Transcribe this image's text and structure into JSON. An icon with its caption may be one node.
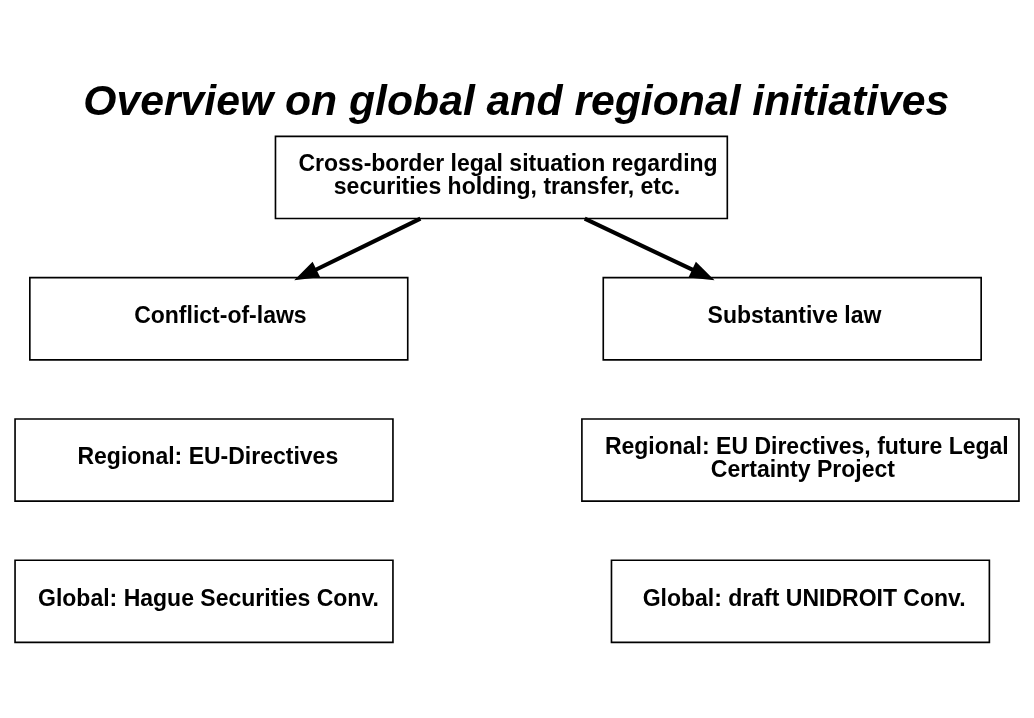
{
  "diagram": {
    "title": "Overview on global and regional initiatives",
    "nodes": [
      {
        "text": [
          "Cross-border legal situation regarding securities holding, transfer, etc."
        ]
      },
      {
        "text": [
          "Conflict-of-laws"
        ]
      },
      {
        "text": [
          "Substantive law"
        ]
      },
      {
        "text": [
          "Regional: EU-Directives"
        ]
      },
      {
        "text": [
          "Regional: EU Directives, future Legal Certainty Project"
        ]
      },
      {
        "text": [
          "Global: Hague Securities Conv."
        ]
      },
      {
        "text": [
          "Global: draft UNIDROIT Conv."
        ]
      }
    ],
    "edges": [
      {
        "from": 0,
        "to": 1,
        "arrow": "to"
      },
      {
        "from": 0,
        "to": 2,
        "arrow": "to"
      }
    ]
  }
}
